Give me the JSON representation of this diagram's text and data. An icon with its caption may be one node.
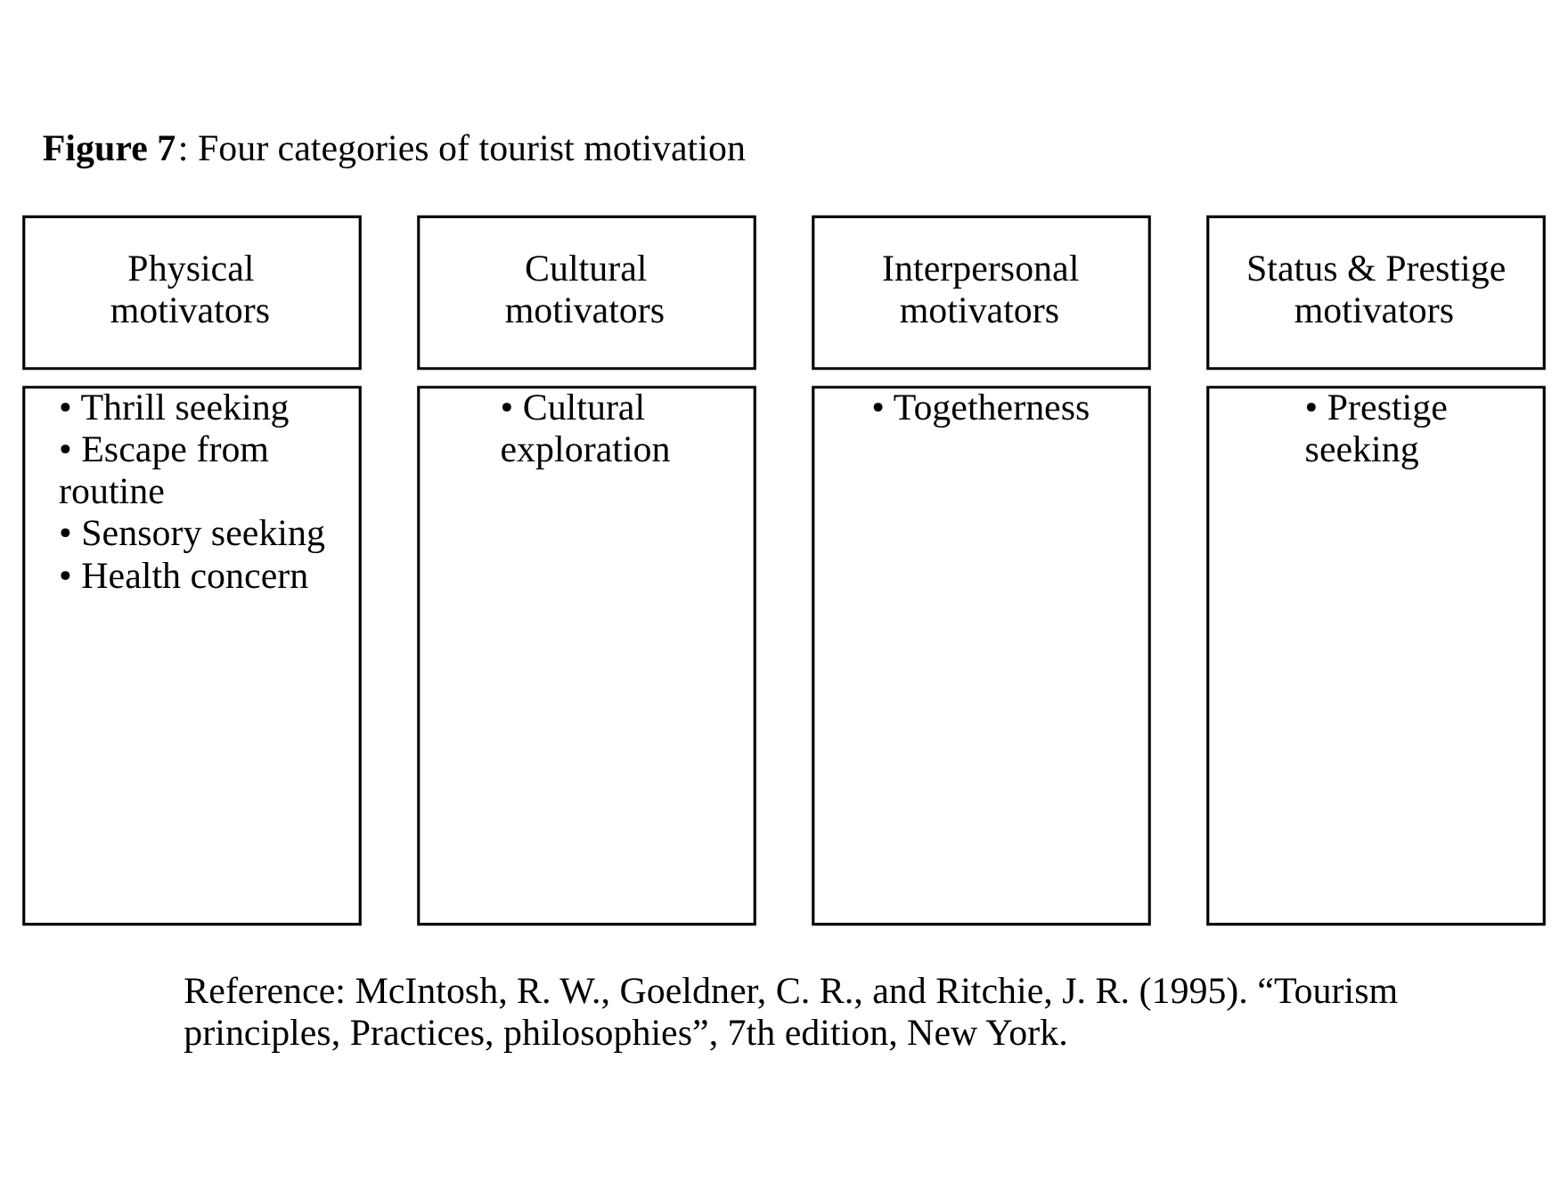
{
  "diagram": {
    "title": "**Figure 7**: Four categories of tourist motivation",
    "caption": "Reference: McIntosh, R. W., Goeldner, C. R., and Ritchie, J. R. (1995). “Tourism principles, Practices, philosophies”, 7th edition, New York.",
    "nodes": [
      {
        "text": [
          "Physical motivators"
        ]
      },
      {
        "text": [
          "Cultural motivators"
        ]
      },
      {
        "text": [
          "Interpersonal motivators"
        ]
      },
      {
        "text": [
          "Status & Prestige motivators"
        ]
      },
      {
        "text": [
          "• Thrill seeking",
          "• Escape from routine",
          "• Sensory seeking",
          "• Health concern"
        ]
      },
      {
        "text": [
          "• Cultural exploration"
        ]
      },
      {
        "text": [
          "• Togetherness"
        ]
      },
      {
        "text": [
          "• Prestige seeking"
        ]
      }
    ],
    "edges": []
  }
}
